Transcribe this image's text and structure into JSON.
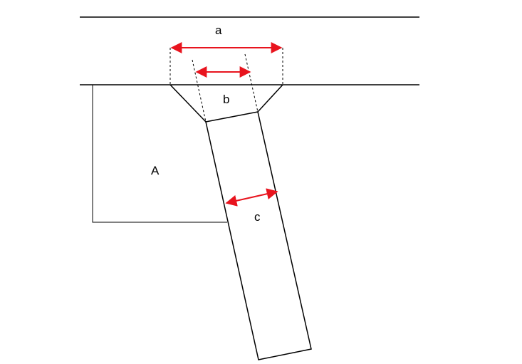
{
  "labels": {
    "a": "a",
    "b": "b",
    "c": "c",
    "A": "A"
  },
  "colors": {
    "dimension": "#e8141e",
    "line": "#000000",
    "background": "#ffffff"
  }
}
